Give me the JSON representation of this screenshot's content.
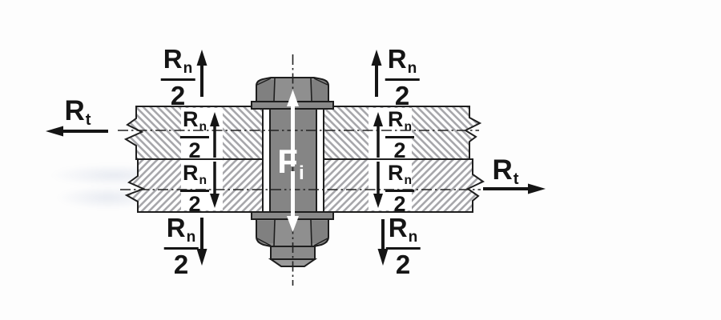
{
  "labels": {
    "preload_force": {
      "base": "F",
      "sub": "i"
    },
    "transverse_force": {
      "base": "R",
      "sub": "t"
    },
    "normal_force_half": {
      "base": "R",
      "sub": "n",
      "denominator": "2"
    }
  },
  "forces": {
    "transverse": [
      {
        "id": "left",
        "direction": "left"
      },
      {
        "id": "right",
        "direction": "right"
      }
    ],
    "normal_half_arrows": [
      {
        "id": "outer-top-left",
        "direction": "up"
      },
      {
        "id": "outer-top-right",
        "direction": "up"
      },
      {
        "id": "inner-top-left",
        "direction": "up"
      },
      {
        "id": "inner-top-right",
        "direction": "up"
      },
      {
        "id": "inner-bottom-left",
        "direction": "down"
      },
      {
        "id": "inner-bottom-right",
        "direction": "down"
      },
      {
        "id": "outer-bottom-left",
        "direction": "down"
      },
      {
        "id": "outer-bottom-right",
        "direction": "down"
      }
    ],
    "preload": {
      "direction": "up-and-down",
      "location": "bolt-axis"
    }
  },
  "colors": {
    "background": "#fdfdfd",
    "plate_fill": "#ffffff",
    "plate_hatch": "#a7a7ab",
    "outline": "#1e1e1e",
    "bolt_gray": "#8f8f8f",
    "shank_gray": "#858585",
    "arrow_black": "#151515",
    "preload_arrow_white": "#ffffff"
  }
}
